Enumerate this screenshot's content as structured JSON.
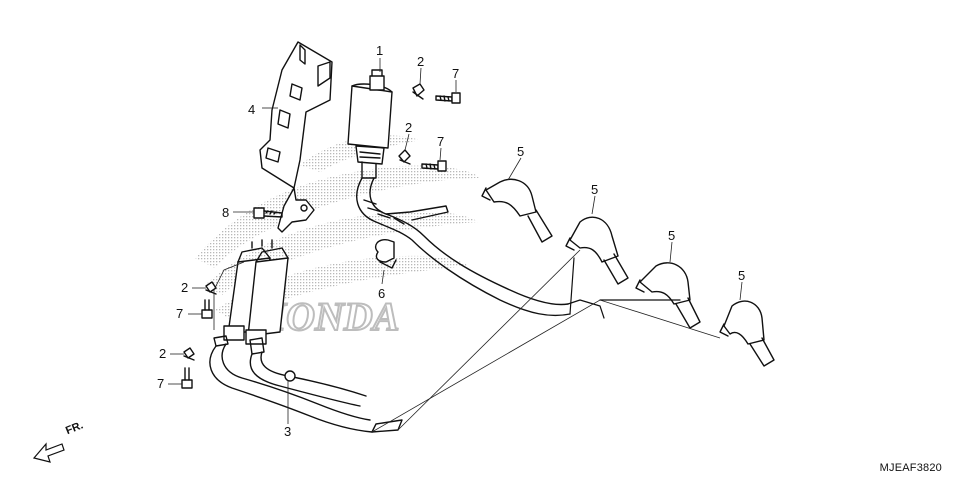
{
  "callouts": [
    {
      "id": "c1",
      "text": "1"
    },
    {
      "id": "c2a",
      "text": "2"
    },
    {
      "id": "c7a",
      "text": "7"
    },
    {
      "id": "c4",
      "text": "4"
    },
    {
      "id": "c2b",
      "text": "2"
    },
    {
      "id": "c7b",
      "text": "7"
    },
    {
      "id": "c5a",
      "text": "5"
    },
    {
      "id": "c5b",
      "text": "5"
    },
    {
      "id": "c5c",
      "text": "5"
    },
    {
      "id": "c5d",
      "text": "5"
    },
    {
      "id": "c8",
      "text": "8"
    },
    {
      "id": "c6",
      "text": "6"
    },
    {
      "id": "c2c",
      "text": "2"
    },
    {
      "id": "c7c",
      "text": "7"
    },
    {
      "id": "c2d",
      "text": "2"
    },
    {
      "id": "c7d",
      "text": "7"
    },
    {
      "id": "c3",
      "text": "3"
    }
  ],
  "direction_label": "FR.",
  "diagram_code": "MJEAF3820",
  "watermark_text": "HONDA",
  "colors": {
    "line": "#111111",
    "watermark": "#c8c8c8"
  },
  "icons": [
    "front-direction-arrow-icon"
  ]
}
